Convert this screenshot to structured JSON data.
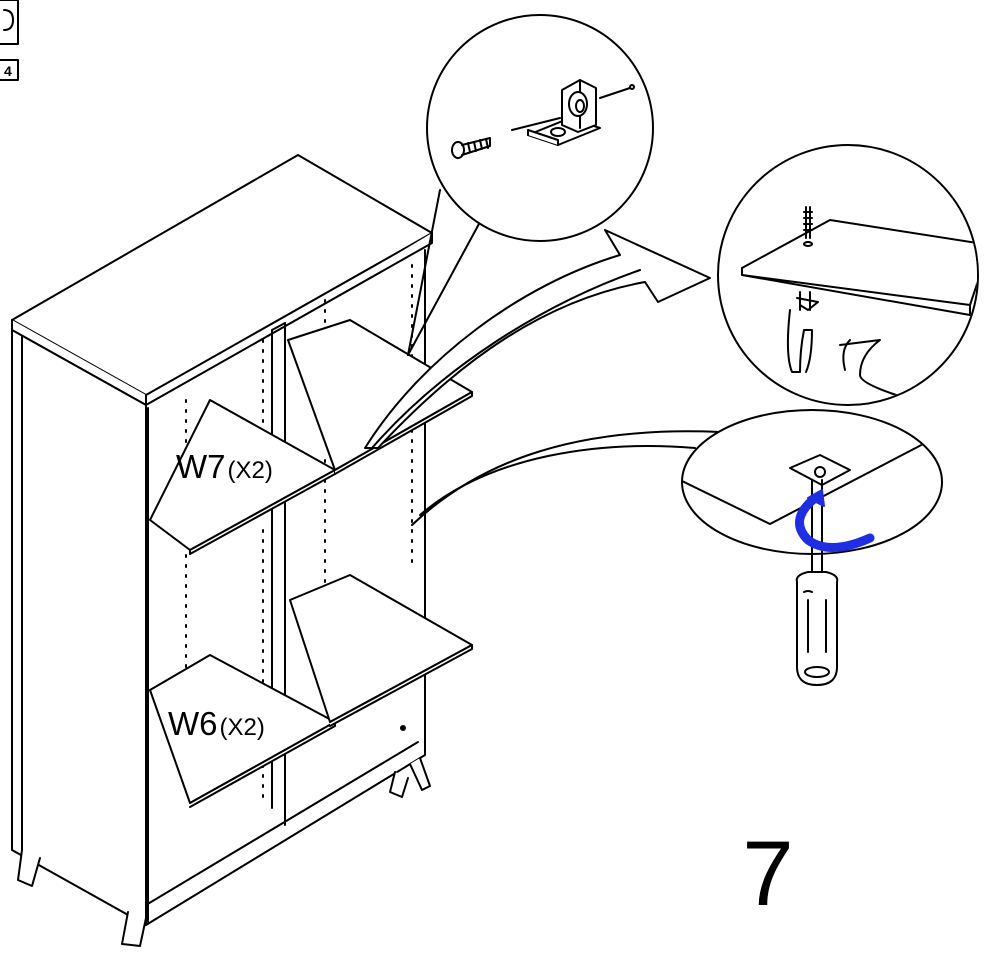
{
  "corner_box": {
    "page_number": "4"
  },
  "parts": [
    {
      "code": "W7",
      "qty": "(X2)"
    },
    {
      "code": "W6",
      "qty": "(X2)"
    }
  ],
  "step_number": "7",
  "colors": {
    "line": "#000000",
    "rotation_arrow": "#1f2ee0",
    "background": "#ffffff"
  },
  "icons": [
    "screw-icon",
    "shelf-clip-icon",
    "screwdriver-icon",
    "rotate-arrow-icon"
  ]
}
